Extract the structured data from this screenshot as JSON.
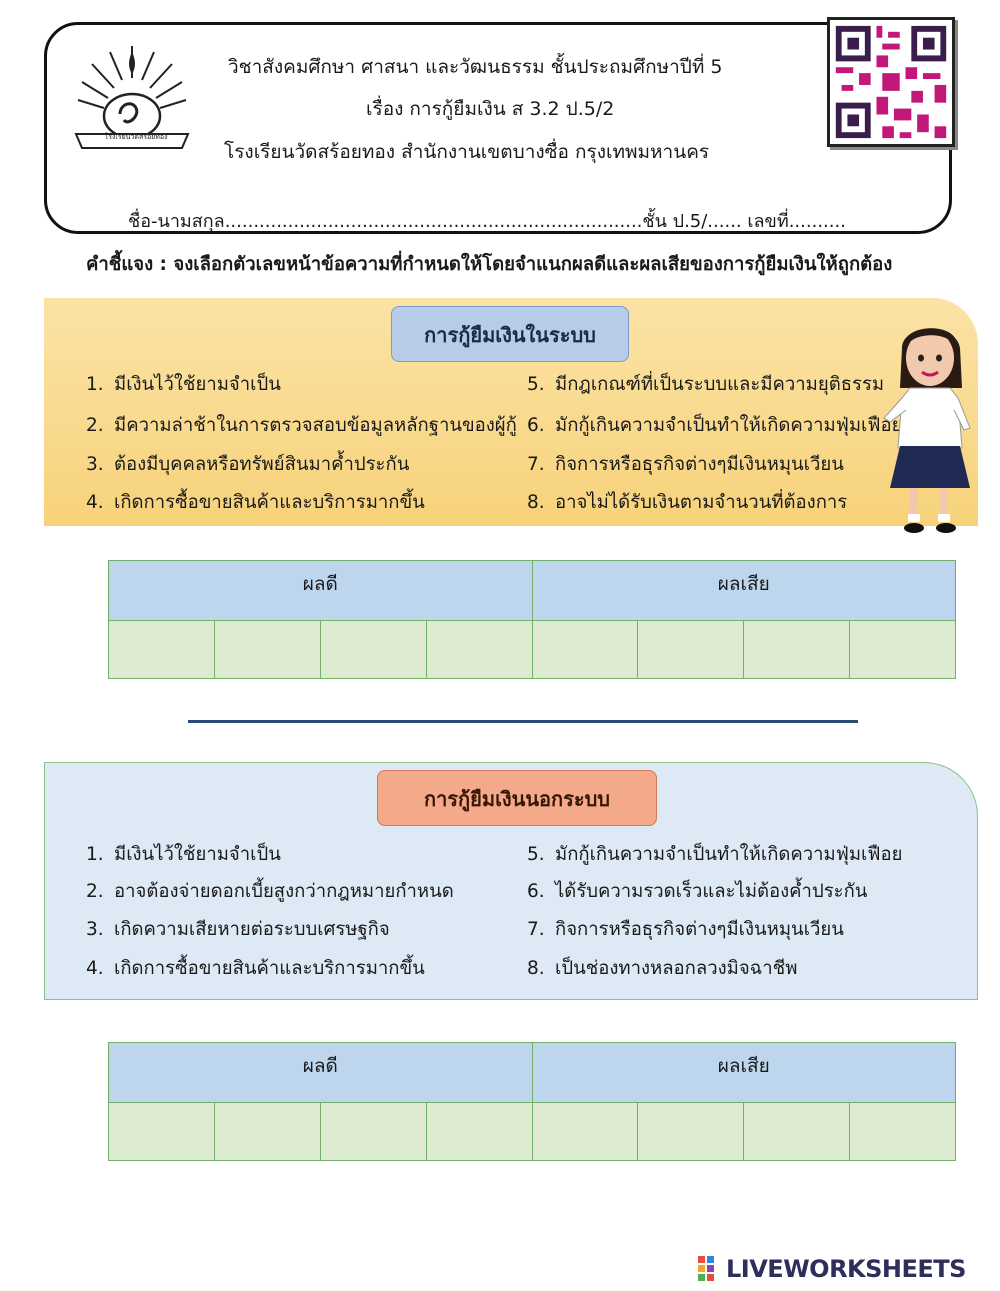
{
  "header": {
    "line1": "วิชาสังคมศึกษา ศาสนา และวัฒนธรรม     ชั้นประถมศึกษาปีที่ 5",
    "line2": "เรื่อง  การกู้ยืมเงิน      ส 3.2  ป.5/2",
    "line3": "โรงเรียนวัดสร้อยทอง    สำนักงานเขตบางซื่อ   กรุงเทพมหานคร",
    "logo_text": "โรงเรียนวัดสร้อยทอง",
    "name_line": "ชื่อ-นามสกุล.........................................................................ชั้น ป.5/......  เลขที่.........."
  },
  "instruction": "คำชี้แจง : จงเลือกตัวเลขหน้าข้อความที่กำหนดให้โดยจำแนกผลดีและผลเสียของการกู้ยืมเงินให้ถูกต้อง",
  "section1": {
    "title": "การกู้ยืมเงินในระบบ",
    "items": [
      {
        "num": "1.",
        "text": "มีเงินไว้ใช้ยามจำเป็น"
      },
      {
        "num": "2.",
        "text": "มีความล่าช้าในการตรวจสอบข้อมูลหลักฐานของผู้กู้"
      },
      {
        "num": "3.",
        "text": "ต้องมีบุคคลหรือทรัพย์สินมาค้ำประกัน"
      },
      {
        "num": "4.",
        "text": "เกิดการซื้อขายสินค้าและบริการมากขึ้น"
      },
      {
        "num": "5.",
        "text": "มีกฎเกณฑ์ที่เป็นระบบและมีความยุติธรรม"
      },
      {
        "num": "6.",
        "text": "มักกู้เกินความจำเป็นทำให้เกิดความฟุ่มเฟือย"
      },
      {
        "num": "7.",
        "text": "กิจการหรือธุรกิจต่างๆมีเงินหมุนเวียน"
      },
      {
        "num": "8.",
        "text": "อาจไม่ได้รับเงินตามจำนวนที่ต้องการ"
      }
    ]
  },
  "section2": {
    "title": "การกู้ยืมเงินนอกระบบ",
    "items": [
      {
        "num": "1.",
        "text": "มีเงินไว้ใช้ยามจำเป็น"
      },
      {
        "num": "2.",
        "text": "อาจต้องจ่ายดอกเบี้ยสูงกว่ากฎหมายกำหนด"
      },
      {
        "num": "3.",
        "text": "เกิดความเสียหายต่อระบบเศรษฐกิจ"
      },
      {
        "num": "4.",
        "text": "เกิดการซื้อขายสินค้าและบริการมากขึ้น"
      },
      {
        "num": "5.",
        "text": "มักกู้เกินความจำเป็นทำให้เกิดความฟุ่มเฟือย"
      },
      {
        "num": "6.",
        "text": "ได้รับความรวดเร็วและไม่ต้องค้ำประกัน"
      },
      {
        "num": "7.",
        "text": "กิจการหรือธุรกิจต่างๆมีเงินหมุนเวียน"
      },
      {
        "num": "8.",
        "text": "เป็นช่องทางหลอกลวงมิจฉาชีพ"
      }
    ]
  },
  "table_headers": {
    "good": "ผลดี",
    "bad": "ผลเสีย"
  },
  "brand": "LIVEWORKSHEETS",
  "colors": {
    "orange_panel": "#f7d27a",
    "blue_panel": "#dde9f4",
    "table_header": "#bdd6ee",
    "table_cell": "#dcebd2",
    "divider": "#2a4a78"
  }
}
